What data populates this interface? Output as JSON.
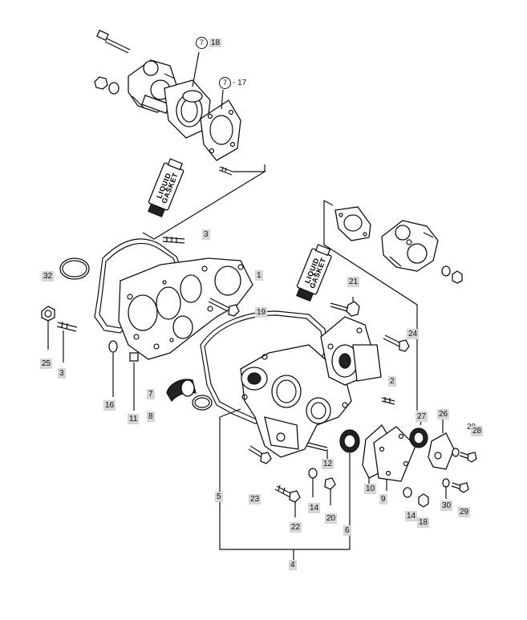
{
  "tubes": {
    "left": [
      "LIQUID",
      "GASKET"
    ],
    "right": [
      "LIQUID",
      "GASKET"
    ]
  },
  "top_refs": {
    "ref_a": {
      "circle": "7",
      "suffix": "18"
    },
    "ref_b": {
      "circle": "7",
      "suffix": "- 17"
    }
  },
  "callouts": [
    {
      "id": "c3a",
      "text": "3"
    },
    {
      "id": "c32",
      "text": "32"
    },
    {
      "id": "c1",
      "text": "1"
    },
    {
      "id": "c19",
      "text": "19"
    },
    {
      "id": "c21",
      "text": "21"
    },
    {
      "id": "c24",
      "text": "24"
    },
    {
      "id": "c25",
      "text": "25"
    },
    {
      "id": "c3b",
      "text": "3"
    },
    {
      "id": "c16",
      "text": "16"
    },
    {
      "id": "c11",
      "text": "11"
    },
    {
      "id": "c7",
      "text": "7"
    },
    {
      "id": "c8",
      "text": "8"
    },
    {
      "id": "c2",
      "text": "2"
    },
    {
      "id": "c27",
      "text": "27"
    },
    {
      "id": "c26",
      "text": "26"
    },
    {
      "id": "c28a",
      "text": "28"
    },
    {
      "id": "c28b",
      "text": "28"
    },
    {
      "id": "c5",
      "text": "5"
    },
    {
      "id": "c23",
      "text": "23"
    },
    {
      "id": "c12",
      "text": "12"
    },
    {
      "id": "c10",
      "text": "10"
    },
    {
      "id": "c9",
      "text": "9"
    },
    {
      "id": "c14a",
      "text": "14"
    },
    {
      "id": "c20",
      "text": "20"
    },
    {
      "id": "c22",
      "text": "22"
    },
    {
      "id": "c6",
      "text": "6"
    },
    {
      "id": "c14b",
      "text": "14"
    },
    {
      "id": "c18",
      "text": "18"
    },
    {
      "id": "c30",
      "text": "30"
    },
    {
      "id": "c29",
      "text": "29"
    },
    {
      "id": "c4",
      "text": "4"
    }
  ]
}
